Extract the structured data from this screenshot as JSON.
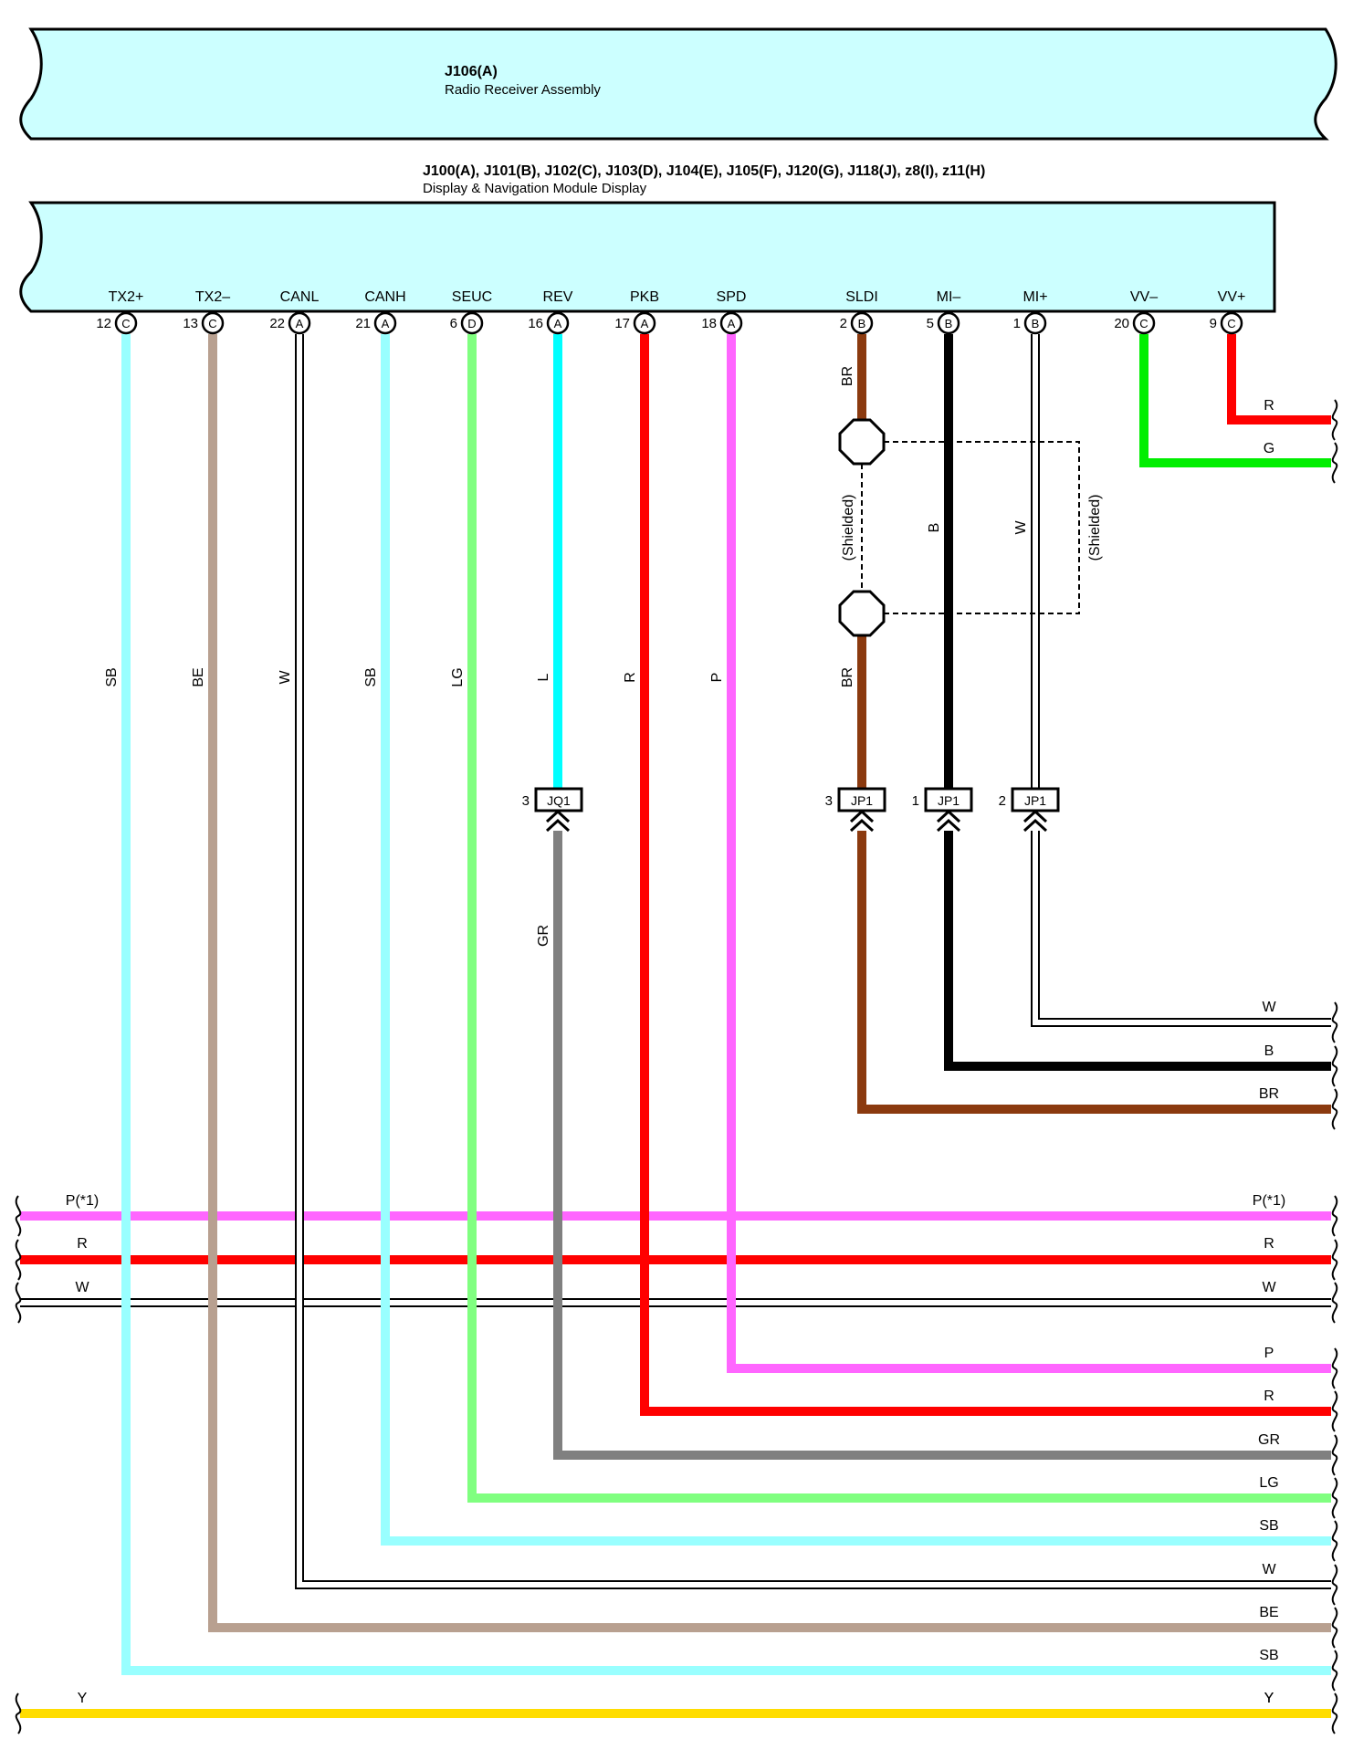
{
  "components": {
    "radio": {
      "id": "J106(A)",
      "name": "Radio Receiver Assembly"
    },
    "display": {
      "id": "J100(A), J101(B), J102(C), J103(D), J104(E), J105(F), J120(G), J118(J), z8(I), z11(H)",
      "name": "Display & Navigation Module Display"
    }
  },
  "colors": {
    "box_fill": "#ccffff",
    "SB": "#99ffff",
    "BE": "#b8a090",
    "W": "#ffffff",
    "LG": "#80ff80",
    "L": "#00ffff",
    "R": "#ff0000",
    "P": "#ff66ff",
    "BR": "#8b3a0f",
    "B": "#000000",
    "G": "#00ee00",
    "GR": "#808080",
    "Y": "#ffdd00"
  },
  "pins": [
    {
      "label": "TX2+",
      "num": "12",
      "conn": "C",
      "wire": "SB"
    },
    {
      "label": "TX2–",
      "num": "13",
      "conn": "C",
      "wire": "BE"
    },
    {
      "label": "CANL",
      "num": "22",
      "conn": "A",
      "wire": "W"
    },
    {
      "label": "CANH",
      "num": "21",
      "conn": "A",
      "wire": "SB"
    },
    {
      "label": "SEUC",
      "num": "6",
      "conn": "D",
      "wire": "LG"
    },
    {
      "label": "REV",
      "num": "16",
      "conn": "A",
      "wire": "L"
    },
    {
      "label": "PKB",
      "num": "17",
      "conn": "A",
      "wire": "R"
    },
    {
      "label": "SPD",
      "num": "18",
      "conn": "A",
      "wire": "P"
    },
    {
      "label": "SLDI",
      "num": "2",
      "conn": "B",
      "wire": "BR"
    },
    {
      "label": "MI–",
      "num": "5",
      "conn": "B",
      "wire": "B"
    },
    {
      "label": "MI+",
      "num": "1",
      "conn": "B",
      "wire": "W"
    },
    {
      "label": "VV–",
      "num": "20",
      "conn": "C",
      "wire": "G"
    },
    {
      "label": "VV+",
      "num": "9",
      "conn": "C",
      "wire": "R"
    }
  ],
  "junctions": [
    {
      "name": "JQ1",
      "pin": "3"
    },
    {
      "name": "JP1",
      "pin": "3"
    },
    {
      "name": "JP1",
      "pin": "1"
    },
    {
      "name": "JP1",
      "pin": "2"
    }
  ],
  "shielded_label": "(Shielded)",
  "wire_labels": {
    "vert": [
      "SB",
      "BE",
      "W",
      "SB",
      "LG",
      "L",
      "R",
      "P"
    ],
    "br_top": "BR",
    "br_bottom": "BR",
    "b_mid": "B",
    "w_mid": "W",
    "gr": "GR"
  },
  "right_labels": [
    "R",
    "G",
    "W",
    "B",
    "BR",
    "P",
    "R",
    "GR",
    "LG",
    "SB",
    "W",
    "BE",
    "SB",
    "Y"
  ],
  "bus": [
    {
      "left": "P(*1)",
      "right": "P(*1)",
      "color": "P"
    },
    {
      "left": "R",
      "right": "R",
      "color": "R"
    },
    {
      "left": "W",
      "right": "W",
      "color": "W"
    },
    {
      "left": "Y",
      "right": "Y",
      "color": "Y"
    }
  ]
}
